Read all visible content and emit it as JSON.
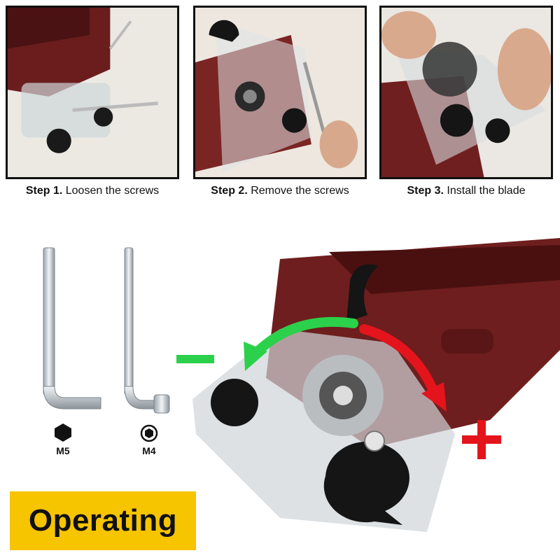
{
  "steps": [
    {
      "label_bold": "Step 1.",
      "label_text": " Loosen the screws"
    },
    {
      "label_bold": "Step 2.",
      "label_text": " Remove the screws"
    },
    {
      "label_bold": "Step 3.",
      "label_text": " Install the blade"
    }
  ],
  "wrenches": {
    "m5": {
      "label": "M5",
      "icon": "hex-key-icon"
    },
    "m4": {
      "label": "M4",
      "icon": "socket-key-icon"
    }
  },
  "operation": {
    "minus_symbol": "-",
    "plus_symbol": "+",
    "minus_color": "#2bd14a",
    "plus_color": "#e3141b"
  },
  "banner": {
    "title": "Operating",
    "color": "#f7c400"
  }
}
